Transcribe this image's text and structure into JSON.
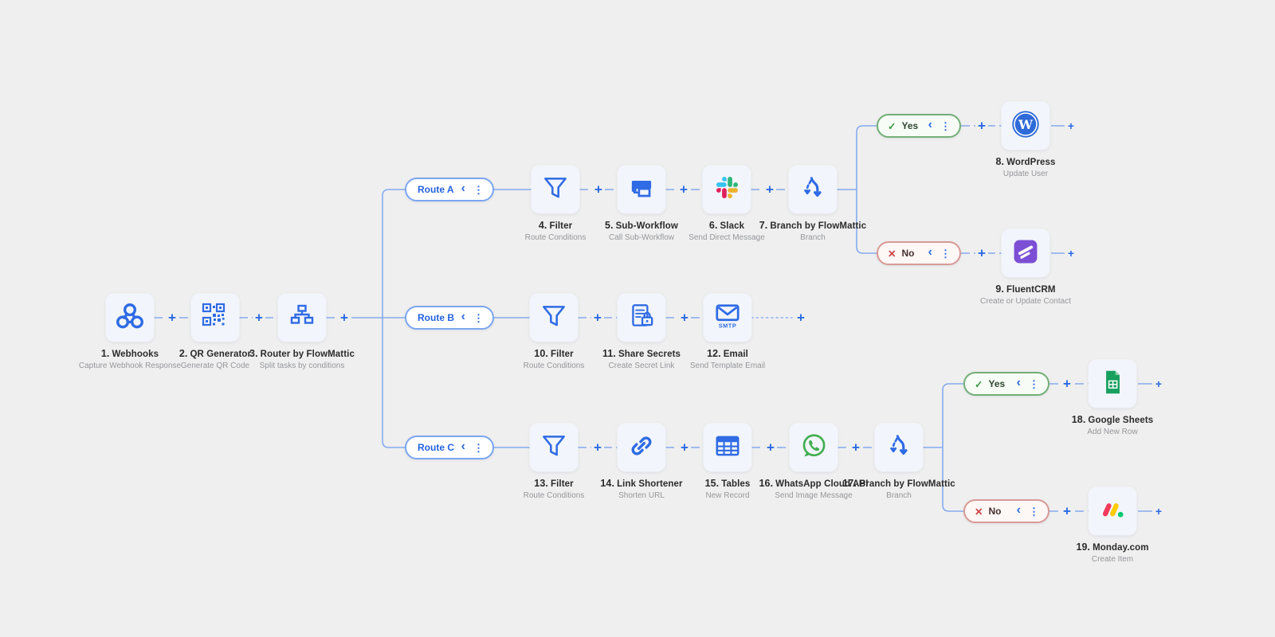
{
  "colors": {
    "background": "#EFEFEF",
    "accent_blue": "#2F6BE4",
    "wire_blue": "#85AAEE",
    "tile_bg": "#F2F5FB",
    "yes_green": "#3C9A47",
    "no_red": "#CC4444",
    "route_text_blue": "#2463DE",
    "fluentcrm_purple": "#7C4FD5",
    "sheets_green": "#17A05E",
    "whatsapp_green": "#42AE50",
    "wordpress_blue": "#2E6AD8",
    "slack_colors": [
      "#36C5F0",
      "#2EB67D",
      "#E01E5A",
      "#ECB22E"
    ],
    "monday_colors": [
      "#F23A5D",
      "#FFCB00",
      "#00CA72"
    ]
  },
  "flow": {
    "add_step_label": "+",
    "pill_icons": {
      "chevron": "‹",
      "menu": "⋮",
      "yes_mark": "✓",
      "no_mark": "✕"
    },
    "route_pills": [
      {
        "id": "route-a",
        "label": "Route A"
      },
      {
        "id": "route-b",
        "label": "Route B"
      },
      {
        "id": "route-c",
        "label": "Route C"
      }
    ],
    "branch_pills": [
      {
        "id": "branch7-yes",
        "label": "Yes",
        "type": "yes"
      },
      {
        "id": "branch7-no",
        "label": "No",
        "type": "no"
      },
      {
        "id": "branch17-yes",
        "label": "Yes",
        "type": "yes"
      },
      {
        "id": "branch17-no",
        "label": "No",
        "type": "no"
      }
    ],
    "nodes": [
      {
        "id": "1",
        "number": "1.",
        "name": "Webhooks",
        "subtitle": "Capture Webhook Response",
        "icon": "webhooks-icon"
      },
      {
        "id": "2",
        "number": "2.",
        "name": "QR Generator",
        "subtitle": "Generate QR Code",
        "icon": "qr-generator-icon"
      },
      {
        "id": "3",
        "number": "3.",
        "name": "Router by FlowMattic",
        "subtitle": "Split tasks by conditions",
        "icon": "router-icon"
      },
      {
        "id": "4",
        "number": "4.",
        "name": "Filter",
        "subtitle": "Route Conditions",
        "icon": "filter-icon"
      },
      {
        "id": "5",
        "number": "5.",
        "name": "Sub-Workflow",
        "subtitle": "Call Sub-Workflow",
        "icon": "sub-workflow-icon"
      },
      {
        "id": "6",
        "number": "6.",
        "name": "Slack",
        "subtitle": "Send Direct Message",
        "icon": "slack-icon"
      },
      {
        "id": "7",
        "number": "7.",
        "name": "Branch by FlowMattic",
        "subtitle": "Branch",
        "icon": "branch-icon"
      },
      {
        "id": "8",
        "number": "8.",
        "name": "WordPress",
        "subtitle": "Update User",
        "icon": "wordpress-icon"
      },
      {
        "id": "9",
        "number": "9.",
        "name": "FluentCRM",
        "subtitle": "Create or Update Contact",
        "icon": "fluentcrm-icon"
      },
      {
        "id": "10",
        "number": "10.",
        "name": "Filter",
        "subtitle": "Route Conditions",
        "icon": "filter-icon"
      },
      {
        "id": "11",
        "number": "11.",
        "name": "Share Secrets",
        "subtitle": "Create Secret Link",
        "icon": "share-secrets-icon"
      },
      {
        "id": "12",
        "number": "12.",
        "name": "Email",
        "subtitle": "Send Template Email",
        "icon": "email-icon"
      },
      {
        "id": "13",
        "number": "13.",
        "name": "Filter",
        "subtitle": "Route Conditions",
        "icon": "filter-icon"
      },
      {
        "id": "14",
        "number": "14.",
        "name": "Link Shortener",
        "subtitle": "Shorten URL",
        "icon": "link-shortener-icon"
      },
      {
        "id": "15",
        "number": "15.",
        "name": "Tables",
        "subtitle": "New Record",
        "icon": "tables-icon"
      },
      {
        "id": "16",
        "number": "16.",
        "name": "WhatsApp Cloud API",
        "subtitle": "Send Image Message",
        "icon": "whatsapp-icon"
      },
      {
        "id": "17",
        "number": "17.",
        "name": "Branch by FlowMattic",
        "subtitle": "Branch",
        "icon": "branch-icon"
      },
      {
        "id": "18",
        "number": "18.",
        "name": "Google Sheets",
        "subtitle": "Add New Row",
        "icon": "google-sheets-icon"
      },
      {
        "id": "19",
        "number": "19.",
        "name": "Monday.com",
        "subtitle": "Create Item",
        "icon": "monday-icon"
      }
    ]
  }
}
